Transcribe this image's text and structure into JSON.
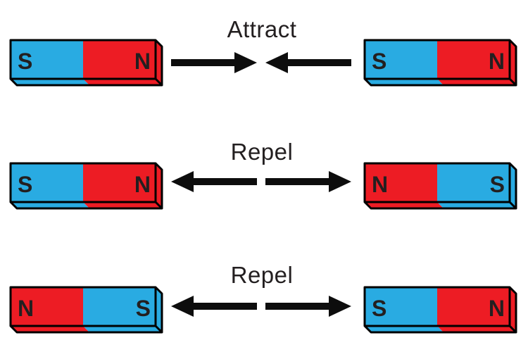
{
  "palette": {
    "blue_pole": "#29ABE2",
    "red_pole": "#ED1C24",
    "outline": "#000000",
    "pole_letter": "#231F20",
    "arrow": "#0D0D0D",
    "label_text": "#231F20",
    "background": "#FFFFFF"
  },
  "rows": [
    {
      "label": "Attract",
      "left_magnet": {
        "left_pole": "S",
        "right_pole": "N",
        "left_color": "#29ABE2",
        "right_color": "#ED1C24"
      },
      "right_magnet": {
        "left_pole": "S",
        "right_pole": "N",
        "left_color": "#29ABE2",
        "right_color": "#ED1C24"
      },
      "arrow_left": {
        "direction": "right"
      },
      "arrow_right": {
        "direction": "left"
      }
    },
    {
      "label": "Repel",
      "left_magnet": {
        "left_pole": "S",
        "right_pole": "N",
        "left_color": "#29ABE2",
        "right_color": "#ED1C24"
      },
      "right_magnet": {
        "left_pole": "N",
        "right_pole": "S",
        "left_color": "#ED1C24",
        "right_color": "#29ABE2"
      },
      "arrow_left": {
        "direction": "left"
      },
      "arrow_right": {
        "direction": "right"
      }
    },
    {
      "label": "Repel",
      "left_magnet": {
        "left_pole": "N",
        "right_pole": "S",
        "left_color": "#ED1C24",
        "right_color": "#29ABE2"
      },
      "right_magnet": {
        "left_pole": "S",
        "right_pole": "N",
        "left_color": "#29ABE2",
        "right_color": "#ED1C24"
      },
      "arrow_left": {
        "direction": "left"
      },
      "arrow_right": {
        "direction": "right"
      }
    }
  ]
}
